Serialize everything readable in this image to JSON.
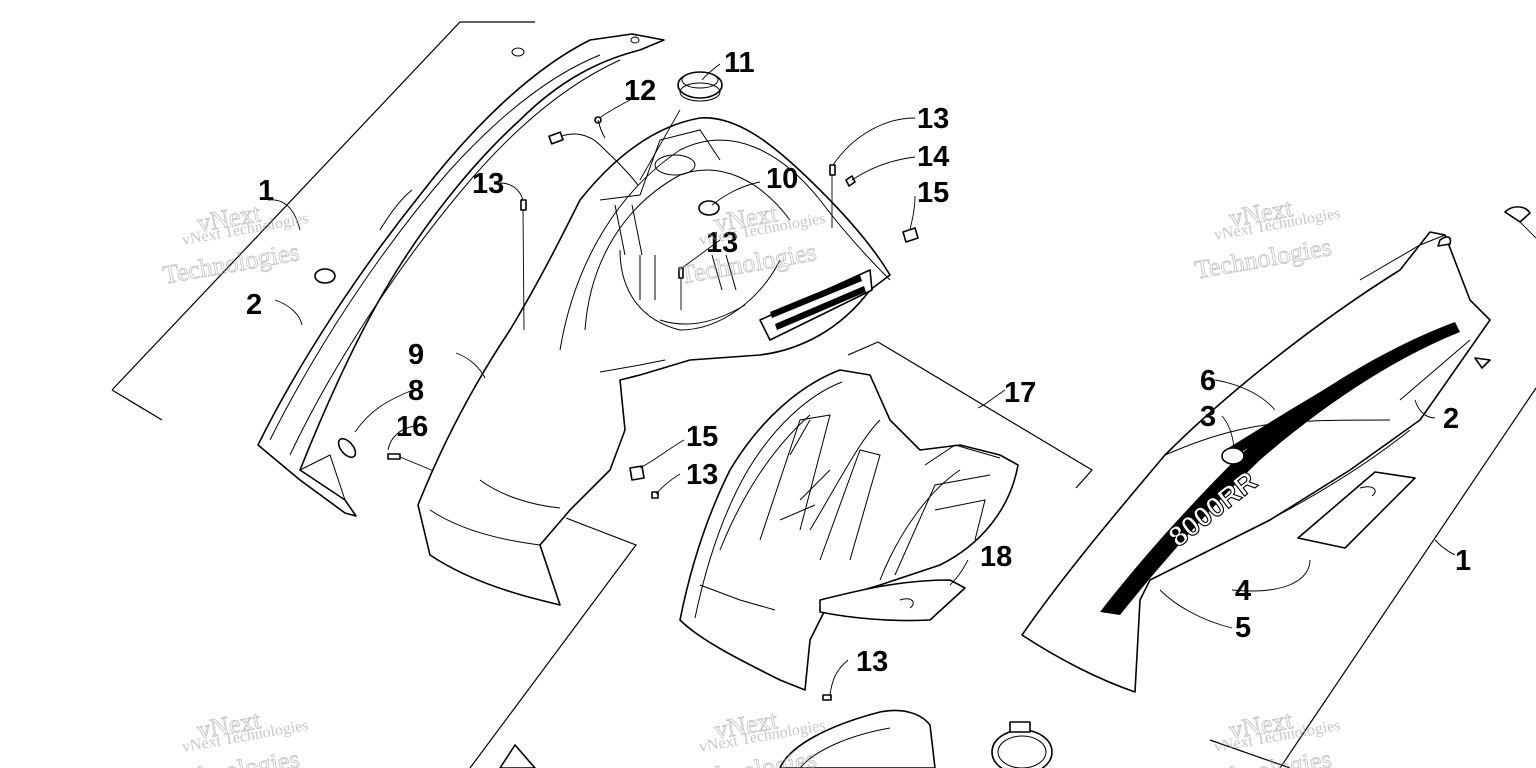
{
  "diagram": {
    "callouts": [
      {
        "label": "1"
      },
      {
        "label": "2"
      },
      {
        "label": "11"
      },
      {
        "label": "12"
      },
      {
        "label": "13"
      },
      {
        "label": "13"
      },
      {
        "label": "14"
      },
      {
        "label": "10"
      },
      {
        "label": "15"
      },
      {
        "label": "13"
      },
      {
        "label": "9"
      },
      {
        "label": "8"
      },
      {
        "label": "16"
      },
      {
        "label": "15"
      },
      {
        "label": "13"
      },
      {
        "label": "17"
      },
      {
        "label": "18"
      },
      {
        "label": "13"
      },
      {
        "label": "6"
      },
      {
        "label": "3"
      },
      {
        "label": "2"
      },
      {
        "label": "1"
      },
      {
        "label": "4"
      },
      {
        "label": "5"
      }
    ],
    "decal_text": "8000RR",
    "watermark": {
      "line1": "vNext Technologies",
      "big_a": "vNext",
      "big_b": "Technologies"
    }
  }
}
